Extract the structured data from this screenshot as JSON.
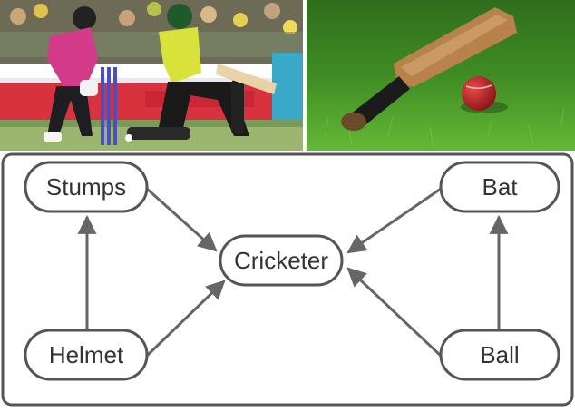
{
  "images": {
    "left_alt": "",
    "right_alt": ""
  },
  "diagram": {
    "nodes": {
      "stumps": "Stumps",
      "bat": "Bat",
      "cricketer": "Cricketer",
      "helmet": "Helmet",
      "ball": "Ball"
    },
    "edges": [
      {
        "from": "stumps",
        "to": "cricketer"
      },
      {
        "from": "bat",
        "to": "cricketer"
      },
      {
        "from": "helmet",
        "to": "cricketer"
      },
      {
        "from": "ball",
        "to": "cricketer"
      },
      {
        "from": "helmet",
        "to": "stumps"
      },
      {
        "from": "ball",
        "to": "bat"
      }
    ],
    "colors": {
      "stroke": "#555555",
      "arrow": "#666666",
      "text": "#333333"
    }
  }
}
